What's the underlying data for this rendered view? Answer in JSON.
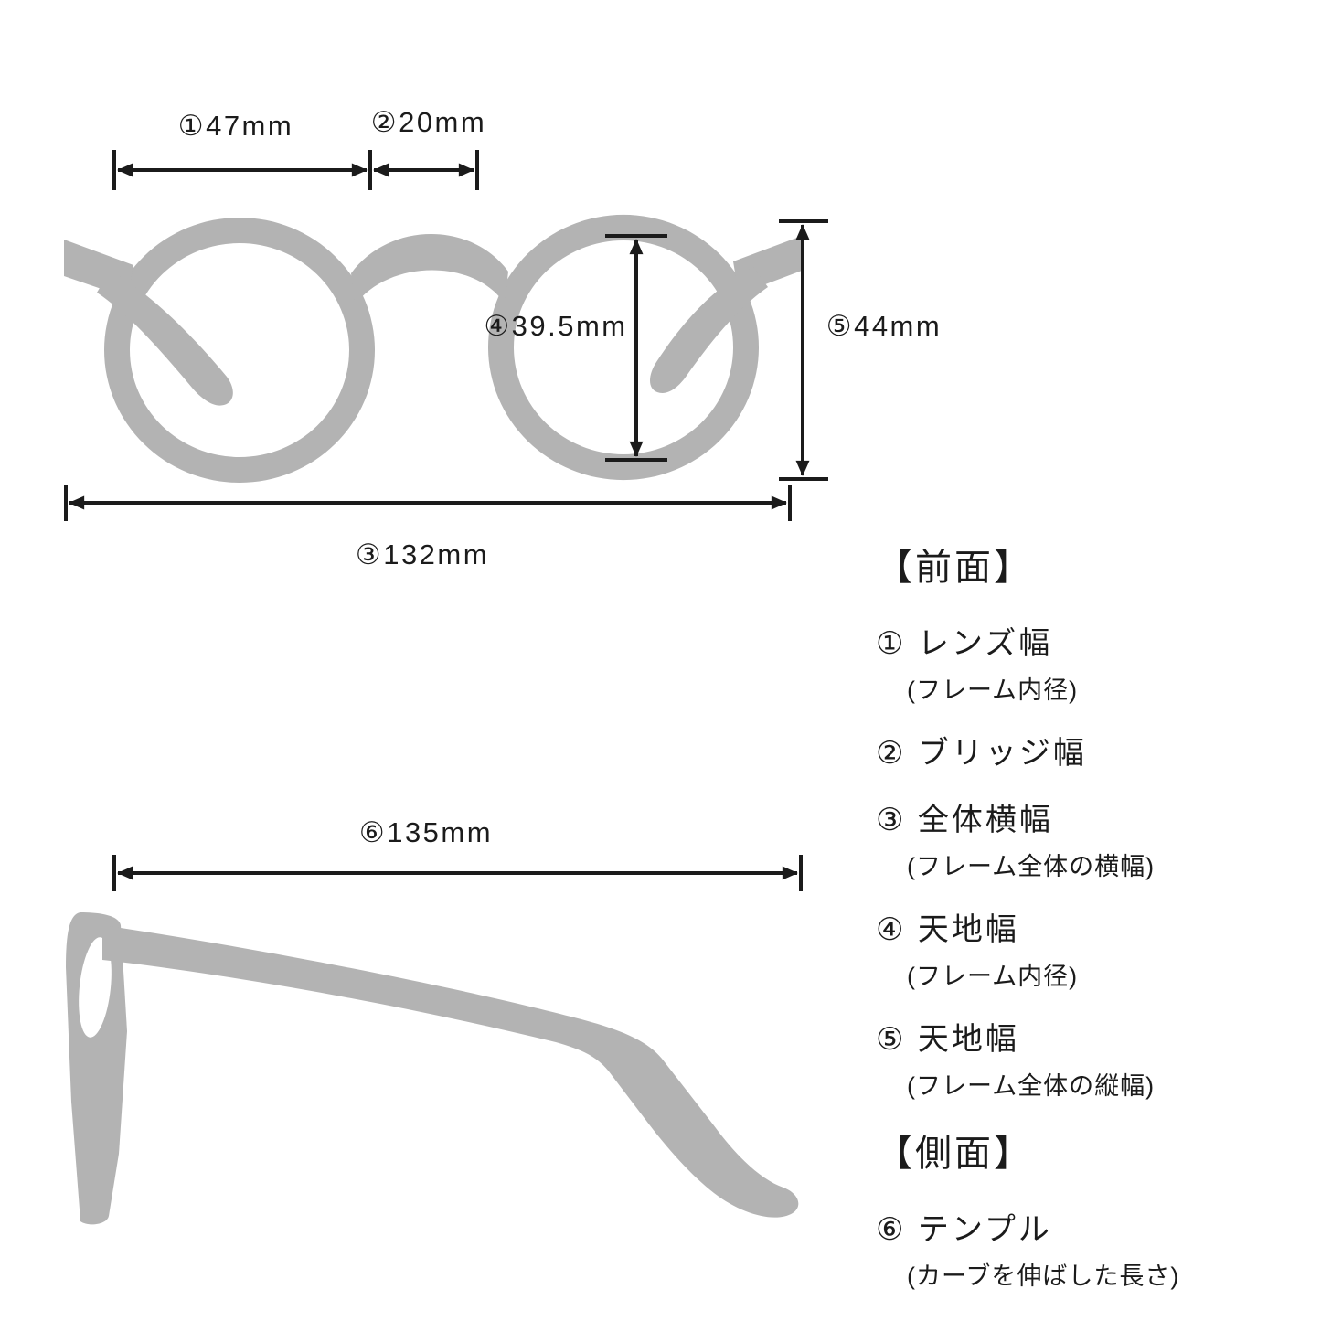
{
  "colors": {
    "silhouette": "#b3b3b3",
    "line": "#1b1b1b",
    "background": "#ffffff"
  },
  "measurements": {
    "lens_width": {
      "label": "①47mm"
    },
    "bridge_width": {
      "label": "②20mm"
    },
    "total_width": {
      "label": "③132mm"
    },
    "lens_height": {
      "label": "④39.5mm"
    },
    "frame_height": {
      "label": "⑤44mm"
    },
    "temple_length": {
      "label": "⑥135mm"
    }
  },
  "legend": {
    "front": {
      "title": "【前面】",
      "items": [
        {
          "label": "① レンズ幅",
          "note": "(フレーム内径)"
        },
        {
          "label": "② ブリッジ幅",
          "note": ""
        },
        {
          "label": "③ 全体横幅",
          "note": "(フレーム全体の横幅)"
        },
        {
          "label": "④ 天地幅",
          "note": "(フレーム内径)"
        },
        {
          "label": "⑤ 天地幅",
          "note": "(フレーム全体の縦幅)"
        }
      ]
    },
    "side": {
      "title": "【側面】",
      "items": [
        {
          "label": "⑥ テンプル",
          "note": "(カーブを伸ばした長さ)"
        }
      ]
    }
  }
}
